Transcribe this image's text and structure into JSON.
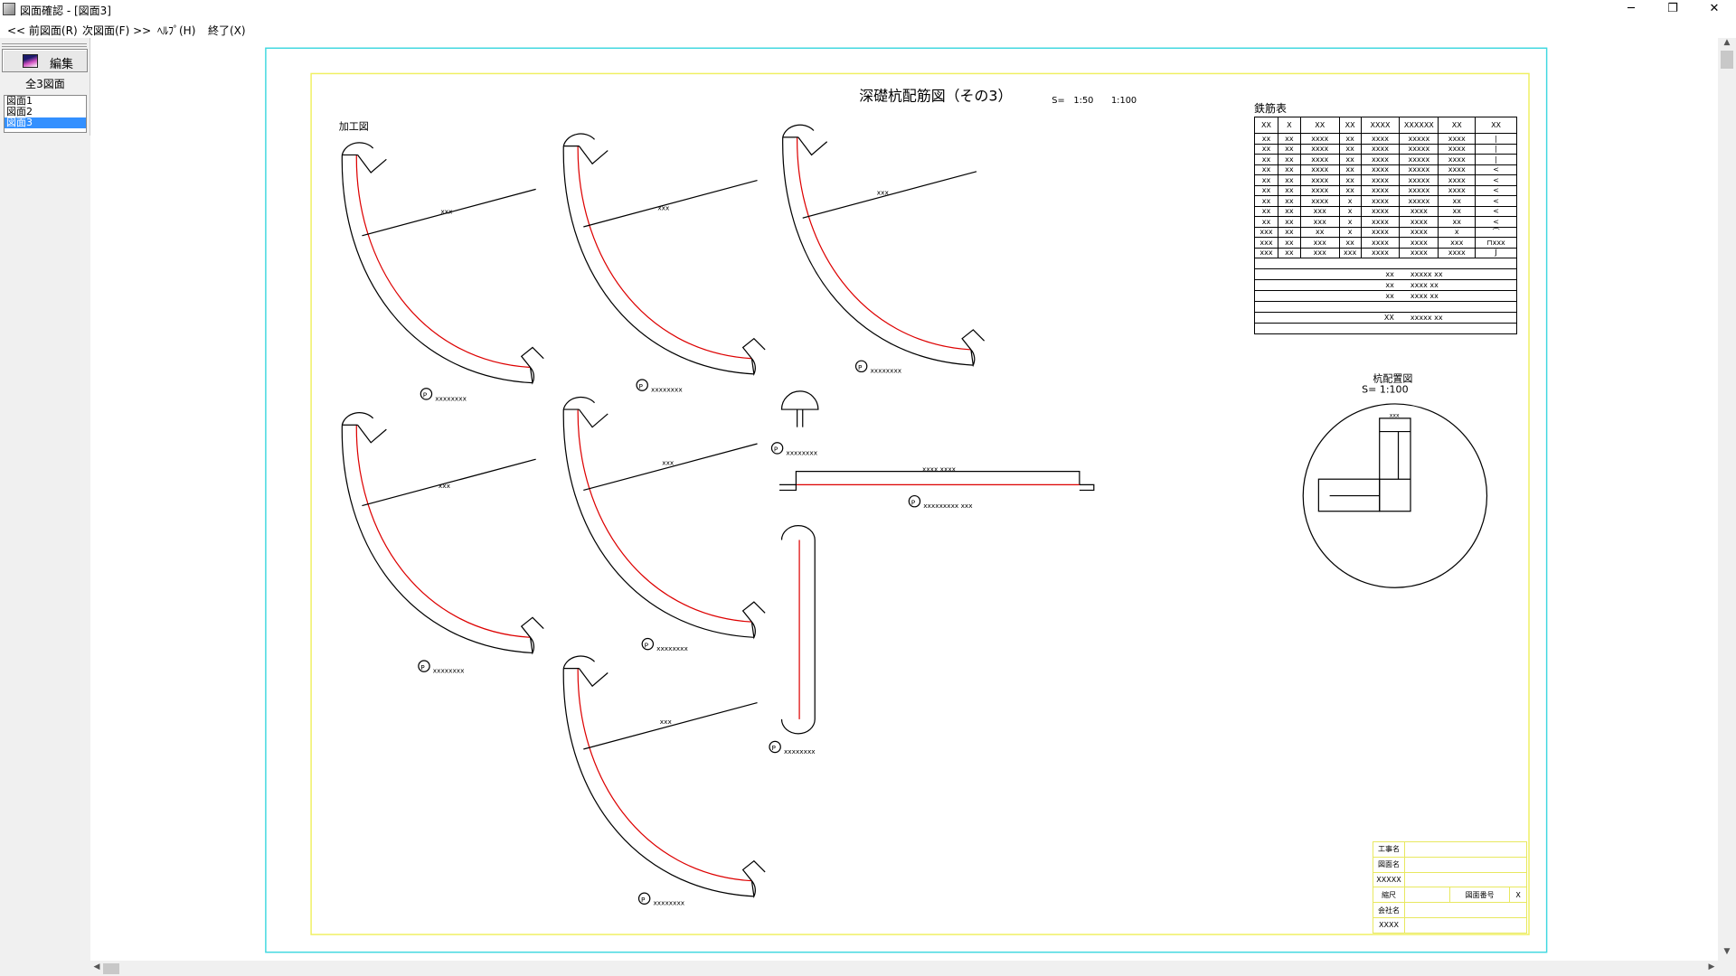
{
  "window": {
    "title": "図面確認 - [図面3]",
    "minimize": "─",
    "restore": "❐",
    "close": "✕"
  },
  "menu": [
    "<< 前図面(R)",
    "次図面(F) >>",
    "ﾍﾙﾌﾟ(H)",
    "終了(X)"
  ],
  "sidebar": {
    "edit_label": "編集",
    "count_label": "全3図面",
    "drawings": [
      "図面1",
      "図面2",
      "図面3"
    ],
    "selected": 2
  },
  "drawing": {
    "title": "深礎杭配筋図（その3）",
    "scale": "S=　1:50　　1:100",
    "section_label": "加工図",
    "dim": "xxx",
    "pieces": [
      {
        "mark": "P",
        "text": "xxxxxxxx"
      },
      {
        "mark": "P",
        "text": "xxxxxxxx"
      },
      {
        "mark": "P",
        "text": "xxxxxxxx"
      },
      {
        "mark": "P",
        "text": "xxxxxxxx"
      },
      {
        "mark": "P",
        "text": "xxxxxxxx"
      },
      {
        "mark": "P",
        "text": "xxxxxxxx"
      }
    ],
    "cap": {
      "mark": "P",
      "text": "xxxxxxxx"
    },
    "bar": {
      "mark": "P",
      "text": "xxxxxxxxx xxx",
      "dim": "xxxx xxxx"
    },
    "vbar": {
      "mark": "P",
      "text": "xxxxxxxx"
    },
    "layout": {
      "title": "杭配置図",
      "scale": "S= 1:100",
      "dim": "xxx"
    }
  },
  "rebar_table": {
    "title": "鉄筋表",
    "headers": [
      "XX",
      "X",
      "XX",
      "XX",
      "XXXX",
      "XXXXXX",
      "XX",
      "XX"
    ],
    "rows": [
      [
        "xx",
        "xx",
        "xxxx",
        "xx",
        "xxxx",
        "xxxxx",
        "xxxx",
        "|"
      ],
      [
        "xx",
        "xx",
        "xxxx",
        "xx",
        "xxxx",
        "xxxxx",
        "xxxx",
        "|"
      ],
      [
        "xx",
        "xx",
        "xxxx",
        "xx",
        "xxxx",
        "xxxxx",
        "xxxx",
        "|"
      ],
      [
        "xx",
        "xx",
        "xxxx",
        "xx",
        "xxxx",
        "xxxxx",
        "xxxx",
        "<"
      ],
      [
        "xx",
        "xx",
        "xxxx",
        "xx",
        "xxxx",
        "xxxxx",
        "xxxx",
        "<"
      ],
      [
        "xx",
        "xx",
        "xxxx",
        "xx",
        "xxxx",
        "xxxxx",
        "xxxx",
        "<"
      ],
      [
        "xx",
        "xx",
        "xxxx",
        "x",
        "xxxx",
        "xxxxx",
        "xx",
        "<"
      ],
      [
        "xx",
        "xx",
        "xxx",
        "x",
        "xxxx",
        "xxxx",
        "xx",
        "<"
      ],
      [
        "xx",
        "xx",
        "xxx",
        "x",
        "xxxx",
        "xxxx",
        "xx",
        "<"
      ],
      [
        "xxx",
        "xx",
        "xx",
        "x",
        "xxxx",
        "xxxx",
        "x",
        "⌒"
      ],
      [
        "xxx",
        "xx",
        "xxx",
        "xx",
        "xxxx",
        "xxxx",
        "xxx",
        "⊓xxx"
      ],
      [
        "xxx",
        "xx",
        "xxx",
        "xxx",
        "xxxx",
        "xxxx",
        "xxxx",
        "Ĵ"
      ]
    ],
    "summary": [
      [
        "",
        ""
      ],
      [
        "xx",
        "xxxxx xx"
      ],
      [
        "xx",
        "xxxx xx"
      ],
      [
        "xx",
        "xxxx xx"
      ],
      [
        "",
        ""
      ],
      [
        "XX",
        "xxxxx xx"
      ],
      [
        "",
        ""
      ]
    ]
  },
  "title_block": {
    "rows": [
      "工事名",
      "図面名",
      "XXXXX",
      "縮尺",
      "会社名",
      "XXXX"
    ],
    "number_label": "図面番号",
    "number_value": "X"
  }
}
